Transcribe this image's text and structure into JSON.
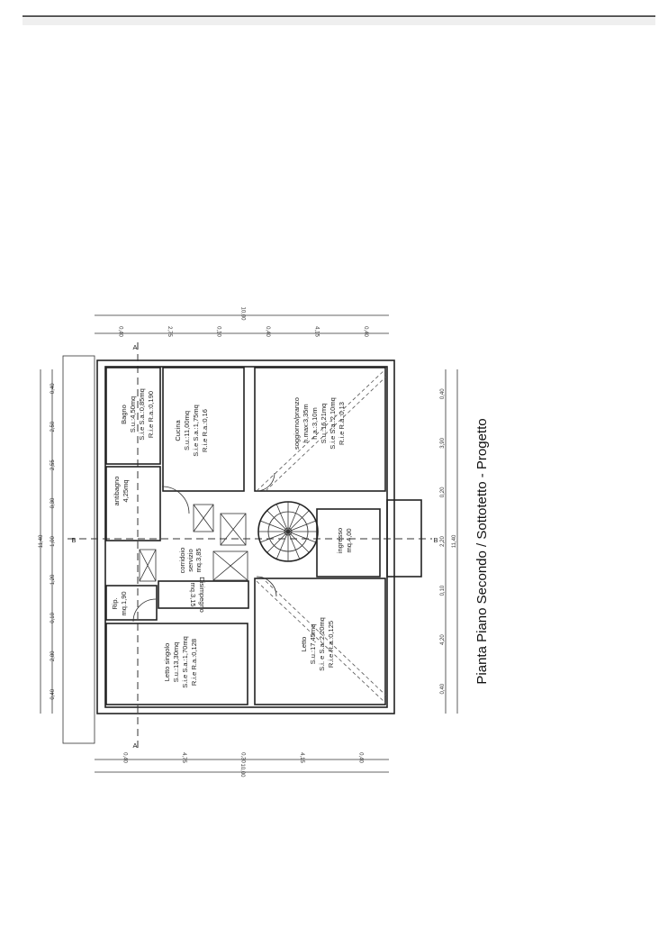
{
  "title": "Pianta Piano Secondo / Sottotetto - Progetto",
  "rooms": {
    "bagno": [
      "Bagno",
      "S.u.:4,50mq",
      "S.i.e S.a.:0,85mq",
      "R.i.e R.a.:0,190"
    ],
    "cucina": [
      "Cucina",
      "S.u.:11,00mq",
      "S.i.e S.a.:1,75mq",
      "R.i.e R.a.:0,16"
    ],
    "antibagno": [
      "antibagno",
      "4,25mq"
    ],
    "corridoio": [
      "corridoio",
      "servizio",
      "mq.3,85"
    ],
    "disimpegno": [
      "Disimpegno",
      "mq.3,15"
    ],
    "ripostiglio": [
      "Rip.",
      "mq.1,90"
    ],
    "letto_singolo": [
      "Letto singolo",
      "S.u.:13,30mq",
      "S.i.e S.a.:1,70mq",
      "R.i.e R.a.:0,128"
    ],
    "soggiorno": [
      "soggiorno/pranzo",
      "h.max:3,35m",
      "h.a.:3,10m",
      "S.u.:16,21mq",
      "S.i.e S.a.:2,10mq",
      "R.i.e R.a.:0,13"
    ],
    "ingresso": [
      "ingresso",
      "mq.4,00"
    ],
    "letto": [
      "Letto",
      "S.u.:17,45mq",
      "S.i. e S.a.:2,20mq",
      "R.i.e R.a.:0,125"
    ]
  },
  "section_marks": {
    "a": "A",
    "b": "B"
  },
  "dimensions": {
    "left": [
      "0,40",
      "2,80",
      "0,10",
      "1,20",
      "1,00",
      "0,30",
      "2,55",
      "2,50",
      "0,40"
    ],
    "left_total": "11,40",
    "right": [
      "0,40",
      "4,20",
      "0,10",
      "2,20",
      "0,20",
      "3,90",
      "0,40"
    ],
    "right_total": "11,40",
    "top": [
      "0,40",
      "2,75",
      "0,10",
      "0,40",
      "4,15",
      "0,40"
    ],
    "top_total": "10,00",
    "bottom": [
      "0,40",
      "4,75",
      "0,30",
      "4,15",
      "0,40"
    ],
    "bottom_total": "10,00"
  }
}
